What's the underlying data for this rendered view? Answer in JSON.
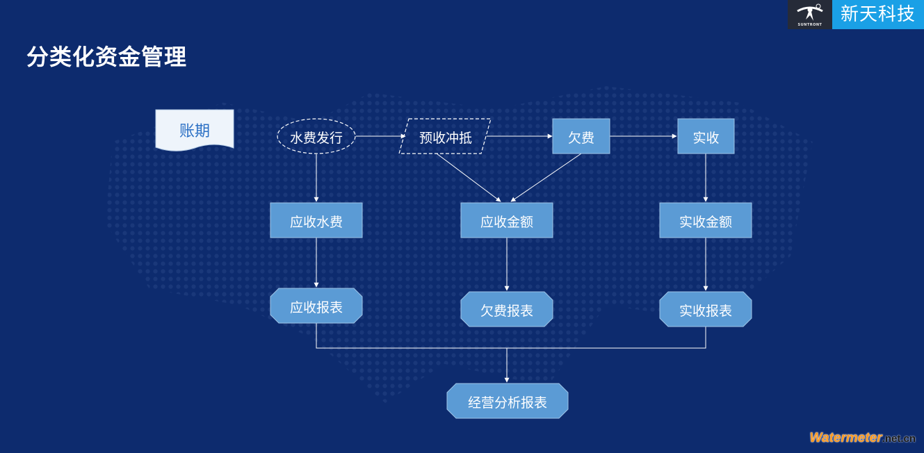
{
  "header": {
    "title": "分类化资金管理"
  },
  "logo": {
    "brand_text": "新天科技",
    "mark_text": "SUNTRONT"
  },
  "diagram": {
    "period_label": "账期",
    "nodes": {
      "water_billing": "水费发行",
      "prepay_offset": "预收冲抵",
      "arrears": "欠费",
      "received": "实收",
      "receivable_water": "应收水费",
      "receivable_amount": "应收金额",
      "received_amount": "实收金额",
      "receivable_report": "应收报表",
      "arrears_report": "欠费报表",
      "received_report": "实收报表",
      "business_report": "经营分析报表"
    }
  },
  "watermark": {
    "main": "Watermeter",
    "sub": ".net.cn"
  },
  "colors": {
    "background": "#0d2b6e",
    "node_fill": "#5b9bd5",
    "node_stroke": "#9dc3e6",
    "logo_accent": "#1aa0e6",
    "watermark_accent": "#ff9a1f"
  }
}
